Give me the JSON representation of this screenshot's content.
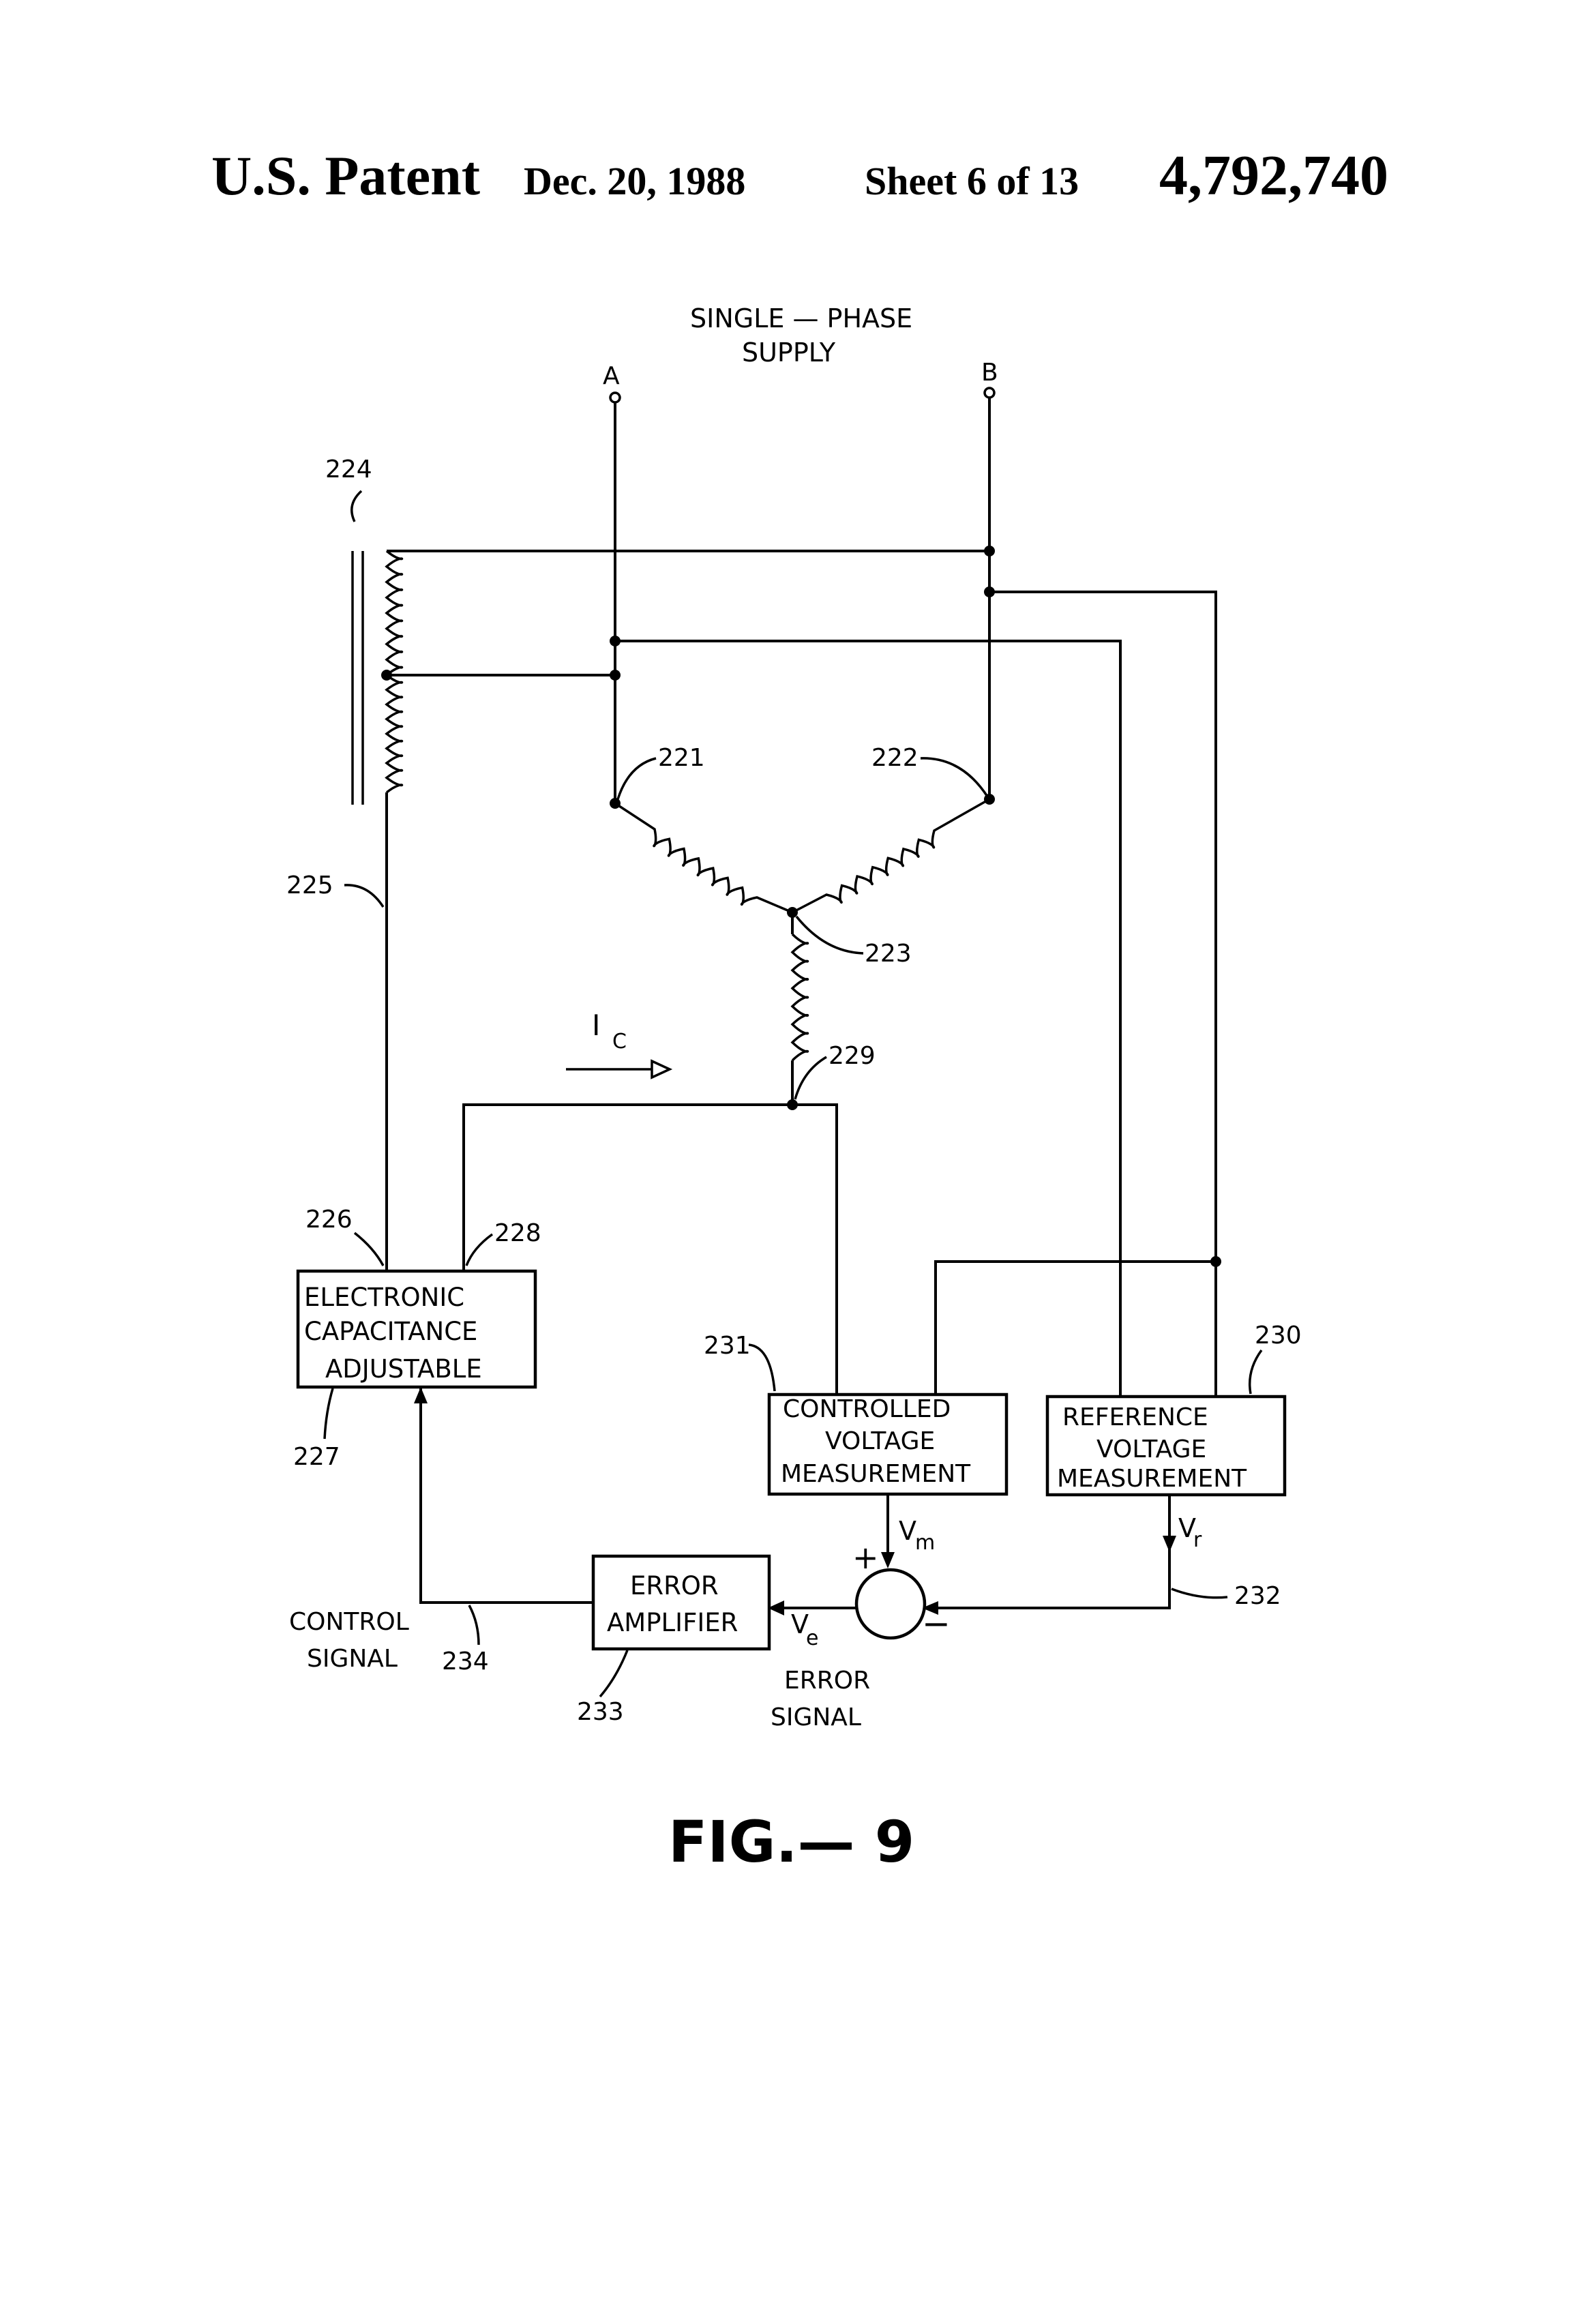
{
  "header": {
    "patent_label": "U.S. Patent",
    "date": "Dec. 20, 1988",
    "sheet": "Sheet 6 of 13",
    "patent_number": "4,792,740"
  },
  "supply": {
    "line1": "SINGLE — PHASE",
    "line2": "SUPPLY",
    "terminal_a": "A",
    "terminal_b": "B"
  },
  "refs": {
    "r221": "221",
    "r222": "222",
    "r223": "223",
    "r224": "224",
    "r225": "225",
    "r226": "226",
    "r227": "227",
    "r228": "228",
    "r229": "229",
    "r230": "230",
    "r231": "231",
    "r232": "232",
    "r233": "233",
    "r234": "234"
  },
  "current": {
    "symbol": "I",
    "subscript": "C"
  },
  "blocks": {
    "capacitance": [
      "ELECTRONIC",
      "CAPACITANCE",
      "ADJUSTABLE"
    ],
    "controlled": [
      "CONTROLLED",
      "VOLTAGE",
      "MEASUREMENT"
    ],
    "reference": [
      "REFERENCE",
      "VOLTAGE",
      "MEASUREMENT"
    ],
    "error_amp": [
      "ERROR",
      "AMPLIFIER"
    ]
  },
  "signals": {
    "vm_symbol": "V",
    "vm_sub": "m",
    "vr_symbol": "V",
    "vr_sub": "r",
    "ve_symbol": "V",
    "ve_sub": "e",
    "plus": "+",
    "minus": "−",
    "control_line1": "CONTROL",
    "control_line2": "SIGNAL",
    "error_line1": "ERROR",
    "error_line2": "SIGNAL"
  },
  "figure_label": "FIG.— 9"
}
